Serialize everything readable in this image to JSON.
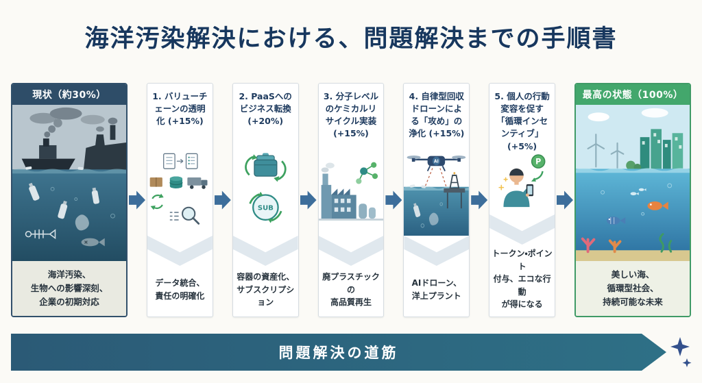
{
  "title": "海洋汚染解決における、問題解決までの手順書",
  "current": {
    "header": "現状（約30%）",
    "caption": "海洋汚染、\n生物への影響深刻、\n企業の初期対応"
  },
  "steps": [
    {
      "title": "1. バリューチェーンの透明化 (+15%)",
      "caption": "データ統合、\n責任の明確化"
    },
    {
      "title": "2. PaaSへのビジネス転換 (+20%)",
      "caption": "容器の資産化、\nサブスクリプション"
    },
    {
      "title": "3. 分子レベルのケミカルリサイクル実装 (+15%)",
      "caption": "廃プラスチックの\n高品質再生"
    },
    {
      "title": "4. 自律型回収ドローンによる「攻め」の浄化 (+15%)",
      "caption": "AIドローン、\n洋上プラント"
    },
    {
      "title": "5. 個人の行動変容を促す「循環インセンティブ」 (+5%)",
      "caption": "トークン・ポイント\n付与、エコな行動\nが得になる"
    }
  ],
  "goal": {
    "header": "最高の状態（100%）",
    "caption": "美しい海、\n循環型社会、\n持続可能な未来"
  },
  "footer": {
    "label": "問題解決の道筋"
  },
  "illustrations": {
    "sub_badge": "SUB",
    "ai_badge": "AI",
    "point_badge": "P"
  },
  "icons": [
    "document-icon",
    "checklist-icon",
    "parcel-box-icon",
    "database-icon",
    "truck-icon",
    "recycle-arrows-icon",
    "list-icon",
    "magnifier-icon",
    "container-icon",
    "subscription-circle-icon",
    "factory-icon",
    "molecule-icon",
    "drone-icon",
    "offshore-plant-icon",
    "smartphone-icon",
    "person-icon",
    "point-coin-icon",
    "cargo-ship-icon",
    "factory-shore-icon",
    "plastic-bottle-icon",
    "plastic-bag-icon",
    "fish-skeleton-icon",
    "dead-fish-icon",
    "city-skyline-icon",
    "wind-turbine-icon",
    "fish-icon",
    "coral-icon",
    "sparkle-icon",
    "flow-arrow-icon"
  ],
  "colors": {
    "title_text": "#17375e",
    "current_header_bg": "#2e4d68",
    "goal_header_bg": "#43a76c",
    "flow_arrow": "#3d6e9b",
    "banner_gradient_start": "#2b5a76",
    "banner_gradient_end": "#2e7086",
    "step_title_text": "#1d3a5e"
  }
}
